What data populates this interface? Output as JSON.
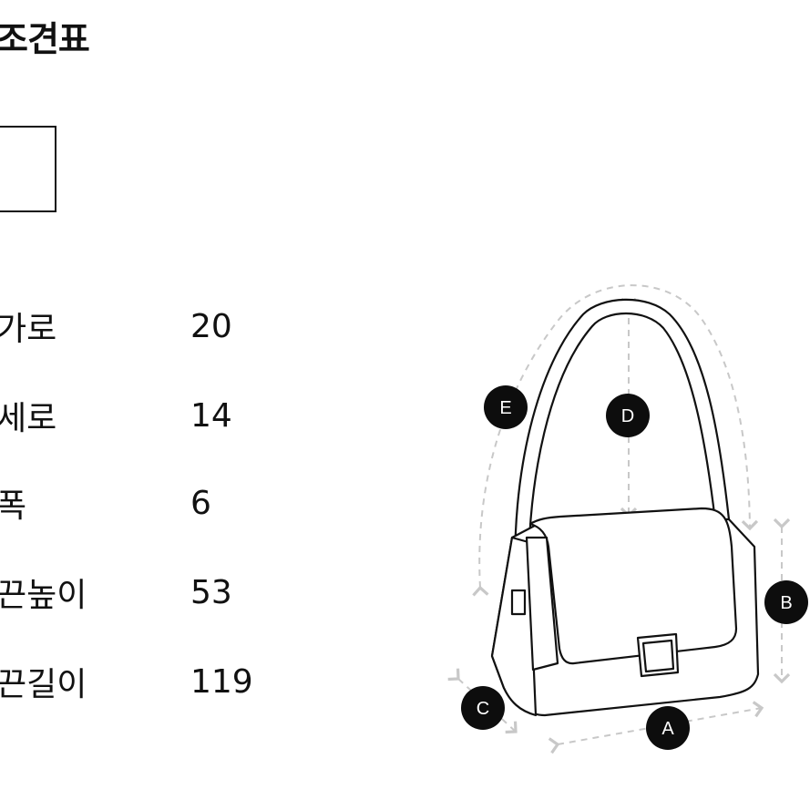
{
  "title": "조견표",
  "unit": "",
  "rows": [
    {
      "label": "가로",
      "value": "20"
    },
    {
      "label": "세로",
      "value": "14"
    },
    {
      "label": "폭",
      "value": "6"
    },
    {
      "label": "끈높이",
      "value": "53"
    },
    {
      "label": "끈길이",
      "value": "119"
    }
  ],
  "diagram": {
    "markers": [
      "A",
      "B",
      "C",
      "D",
      "E"
    ],
    "colors": {
      "line": "#111111",
      "dashed": "#c8c8c8",
      "badge": "#0d0d0d"
    }
  }
}
